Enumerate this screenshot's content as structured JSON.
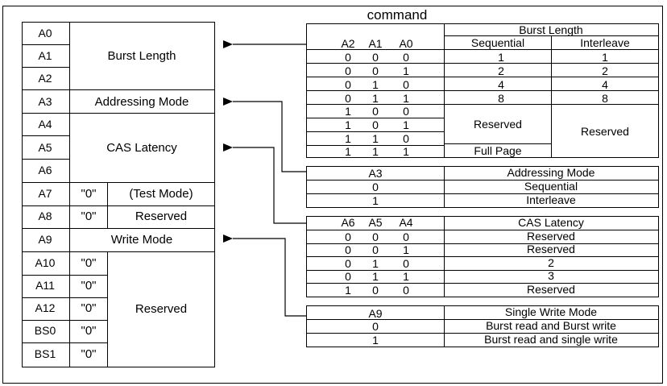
{
  "title": "command",
  "register": {
    "rows": [
      {
        "pin": "A0"
      },
      {
        "pin": "A1"
      },
      {
        "pin": "A2"
      },
      {
        "pin": "A3"
      },
      {
        "pin": "A4"
      },
      {
        "pin": "A5"
      },
      {
        "pin": "A6"
      },
      {
        "pin": "A7"
      },
      {
        "pin": "A8"
      },
      {
        "pin": "A9"
      },
      {
        "pin": "A10"
      },
      {
        "pin": "A11"
      },
      {
        "pin": "A12"
      },
      {
        "pin": "BS0"
      },
      {
        "pin": "BS1"
      }
    ],
    "groups": {
      "burst_length": "Burst Length",
      "addressing_mode": "Addressing Mode",
      "cas_latency": "CAS Latency",
      "a7_value": "\"0\"",
      "a7_label": "(Test Mode)",
      "a8_value": "\"0\"",
      "a8_label": "Reserved",
      "write_mode": "Write Mode",
      "reserved_values": [
        "\"0\"",
        "\"0\"",
        "\"0\"",
        "\"0\"",
        "\"0\""
      ],
      "reserved_label": "Reserved"
    }
  },
  "burst_table": {
    "header": "Burst Length",
    "cols": [
      "A2",
      "A1",
      "A0"
    ],
    "sub_headers": [
      "Sequential",
      "Interleave"
    ],
    "rows": [
      {
        "bits": [
          "0",
          "0",
          "0"
        ],
        "seq": "1",
        "int": "1"
      },
      {
        "bits": [
          "0",
          "0",
          "1"
        ],
        "seq": "2",
        "int": "2"
      },
      {
        "bits": [
          "0",
          "1",
          "0"
        ],
        "seq": "4",
        "int": "4"
      },
      {
        "bits": [
          "0",
          "1",
          "1"
        ],
        "seq": "8",
        "int": "8"
      },
      {
        "bits": [
          "1",
          "0",
          "0"
        ]
      },
      {
        "bits": [
          "1",
          "0",
          "1"
        ]
      },
      {
        "bits": [
          "1",
          "1",
          "0"
        ]
      },
      {
        "bits": [
          "1",
          "1",
          "1"
        ]
      }
    ],
    "reserved_seq": "Reserved",
    "reserved_int": "Reserved",
    "full_page": "Full Page"
  },
  "addressing_table": {
    "col": "A3",
    "header": "Addressing Mode",
    "rows": [
      {
        "bit": "0",
        "mode": "Sequential"
      },
      {
        "bit": "1",
        "mode": "Interleave"
      }
    ]
  },
  "cas_table": {
    "cols": [
      "A6",
      "A5",
      "A4"
    ],
    "header": "CAS Latency",
    "rows": [
      {
        "bits": [
          "0",
          "0",
          "0"
        ],
        "value": "Reserved"
      },
      {
        "bits": [
          "0",
          "0",
          "1"
        ],
        "value": "Reserved"
      },
      {
        "bits": [
          "0",
          "1",
          "0"
        ],
        "value": "2"
      },
      {
        "bits": [
          "0",
          "1",
          "1"
        ],
        "value": "3"
      },
      {
        "bits": [
          "1",
          "0",
          "0"
        ],
        "value": "Reserved"
      }
    ]
  },
  "write_table": {
    "col": "A9",
    "header": "Single Write Mode",
    "rows": [
      {
        "bit": "0",
        "mode": "Burst read and Burst write"
      },
      {
        "bit": "1",
        "mode": "Burst read and single write"
      }
    ]
  }
}
